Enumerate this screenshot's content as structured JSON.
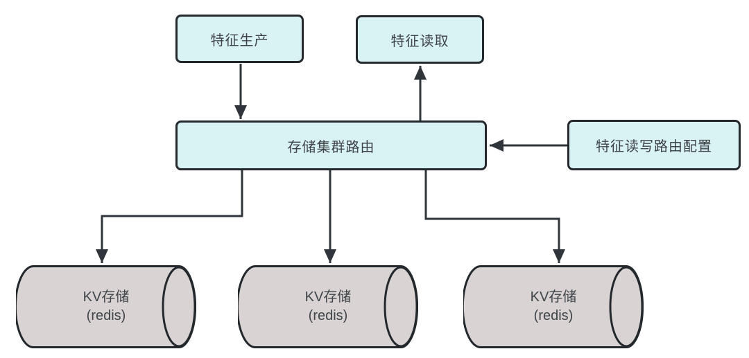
{
  "diagram": {
    "nodes": {
      "feature_producer": {
        "label": "特征生产"
      },
      "feature_reader": {
        "label": "特征读取"
      },
      "storage_cluster_router": {
        "label": "存储集群路由"
      },
      "route_config": {
        "label": "特征读写路由配置"
      },
      "kv_stores": [
        {
          "name": "KV存储",
          "engine": "(redis)"
        },
        {
          "name": "KV存储",
          "engine": "(redis)"
        },
        {
          "name": "KV存储",
          "engine": "(redis)"
        }
      ]
    },
    "edges": [
      {
        "from": "特征生产",
        "to": "存储集群路由",
        "direction": "down"
      },
      {
        "from": "存储集群路由",
        "to": "特征读取",
        "direction": "up"
      },
      {
        "from": "特征读写路由配置",
        "to": "存储集群路由",
        "direction": "left"
      },
      {
        "from": "存储集群路由",
        "to": "KV存储(redis) #1",
        "direction": "down"
      },
      {
        "from": "存储集群路由",
        "to": "KV存储(redis) #2",
        "direction": "down"
      },
      {
        "from": "存储集群路由",
        "to": "KV存储(redis) #3",
        "direction": "down"
      }
    ],
    "colors": {
      "box_fill": "#d9f2f3",
      "box_border": "#23282d",
      "cylinder_fill": "#d9d3d4",
      "connector": "#2f353a",
      "text": "#3f4449",
      "background": "#ffffff"
    }
  }
}
